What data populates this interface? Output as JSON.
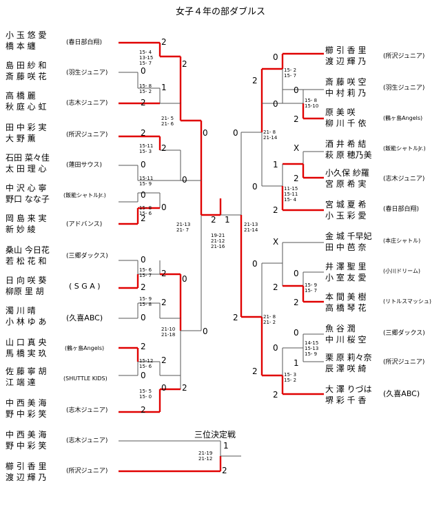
{
  "title": "女子４年の部ダブルス",
  "third_place_label": "三位決定戦",
  "players": [
    {
      "n1": "小 玉 悠 愛",
      "n2": "橋 本 纏",
      "club": "(春日部白翔)"
    },
    {
      "n1": "島 田 紗 和",
      "n2": "斎 藤 咲 花",
      "club": "(羽生ジュニア)"
    },
    {
      "n1": "高 橋 麗",
      "n2": "秋 庭 心 虹",
      "club": "(志木ジュニア)"
    },
    {
      "n1": "田 中 彩 実",
      "n2": "大 野 薫",
      "club": "(所沢ジュニア)"
    },
    {
      "n1": "石田 菜々佳",
      "n2": "太 田 理 心",
      "club": "(蓮田サウス)"
    },
    {
      "n1": "中 沢 心 寧",
      "n2": "野口 なな子",
      "club": "(飯能シャトルJr.)"
    },
    {
      "n1": "岡 島 来 実",
      "n2": "新 妙 綾",
      "club": "(アドバンス)"
    },
    {
      "n1": "桑山 今日花",
      "n2": "若 松 花 和",
      "club": "(三郷ダックス)"
    },
    {
      "n1": "日 向 咲 葵",
      "n2": "柳原 里 胡",
      "club": "( S G A )"
    },
    {
      "n1": "濁 川 晴",
      "n2": "小 林 ゆ あ",
      "club": "(久喜ABC)"
    },
    {
      "n1": "山 口 真 央",
      "n2": "馬 橋 実 玖",
      "club": "(鶴ヶ島Angels)"
    },
    {
      "n1": "佐 藤 寧 胡",
      "n2": "江 端 達",
      "club": "(SHUTTLE KIDS)"
    },
    {
      "n1": "中 西 美 海",
      "n2": "野 中 彩 笑",
      "club": "(志木ジュニア)"
    },
    {
      "n1": "中 西 美 海",
      "n2": "野 中 彩 笑",
      "club": "(志木ジュニア)"
    },
    {
      "n1": "櫛 引 香 里",
      "n2": "渡 辺 輝 乃",
      "club": "(所沢ジュニア)"
    },
    {
      "n1": "櫛 引 香 里",
      "n2": "渡 辺 輝 乃",
      "club": "(所沢ジュニア)"
    },
    {
      "n1": "斎 藤 咲 空",
      "n2": "中 村 莉 乃",
      "club": "(羽生ジュニア)"
    },
    {
      "n1": "原 美 咲",
      "n2": "柳 川 千 依",
      "club": "(鶴ヶ島Angels)"
    },
    {
      "n1": "酒 井 希 結",
      "n2": "萩 原 穂乃美",
      "club": "(飯能シャトルJr.)"
    },
    {
      "n1": "小久保 紗羅",
      "n2": "宮 原 希 実",
      "club": "(志木ジュニア)"
    },
    {
      "n1": "宮 城 夏 希",
      "n2": "小 玉 彩 愛",
      "club": "(春日部白翔)"
    },
    {
      "n1": "金 城 千早妃",
      "n2": "田 中 芭 奈",
      "club": "(本庄シャトル)"
    },
    {
      "n1": "井 澤 聖 里",
      "n2": "小 室 友 愛",
      "club": "(小川ドリーム)"
    },
    {
      "n1": "本 間 美 樹",
      "n2": "高 橋 琴 花",
      "club": "(リトルスマッシュ)"
    },
    {
      "n1": "魚 谷 潤",
      "n2": "中 川 桜 空",
      "club": "(三郷ダックス)"
    },
    {
      "n1": "栗 原 莉々奈",
      "n2": "辰 澤 咲 綺",
      "club": "(所沢ジュニア)"
    },
    {
      "n1": "大 澤 りづは",
      "n2": "堺 彩 千 香",
      "club": "(久喜ABC)"
    }
  ],
  "scores": [
    "15- 4\n13-15\n15- 7",
    "15- 8\n15- 2",
    "21- 5\n21- 6",
    "15-11\n15- 3",
    "15-11\n15- 9",
    "15- 8\n15- 6",
    "21-13\n21- 7",
    "15- 6\n15- 7",
    "15- 9\n15- 8",
    "21-10\n21-18",
    "15-12\n15- 6",
    "15- 5\n15- 0",
    "19-21\n21-12\n21-16",
    "21-13\n21-14",
    "15- 2\n15- 7",
    "15- 8\n15-10",
    "21- 8\n21-14",
    "11-15\n15-11\n15- 4",
    "15- 9\n15- 7",
    "21- 8\n21- 2",
    "14-15\n15-13\n15- 9",
    "15- 3\n15- 2",
    "21-19\n21-12"
  ],
  "results": [
    "2",
    "0",
    "1",
    "2",
    "2",
    "0",
    "0",
    "2",
    "2",
    "0",
    "0",
    "2",
    "0",
    "2",
    "2",
    "0",
    "2",
    "0",
    "0",
    "2",
    "0",
    "2",
    "0",
    "2",
    "2",
    "1",
    "2",
    "0",
    "0",
    "2",
    "2",
    "0",
    "0",
    "2",
    "0",
    "0",
    "2",
    "1",
    "0",
    "2",
    "2",
    "2",
    "X",
    "0",
    "1",
    "X",
    "0",
    "0",
    "2",
    "2",
    "2",
    "1",
    "2",
    "2",
    "0",
    "2",
    "2"
  ]
}
